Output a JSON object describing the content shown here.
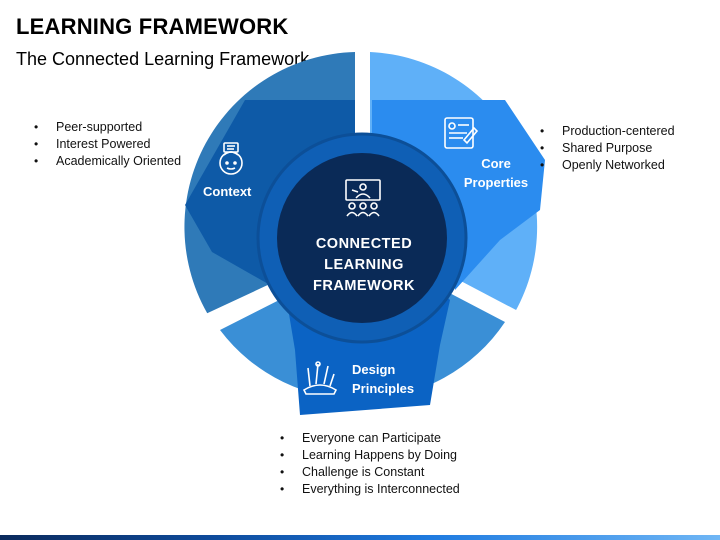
{
  "header": {
    "title": "LEARNING FRAMEWORK",
    "subtitle": "The Connected Learning Framework"
  },
  "center": {
    "lines": [
      "CONNECTED",
      "LEARNING",
      "FRAMEWORK"
    ],
    "icon": "presentation-team-icon"
  },
  "segments": {
    "context": {
      "label": "Context",
      "icon": "thinking-person-icon",
      "color": "#0e5aa7",
      "bullets": [
        "Peer-supported",
        "Interest Powered",
        "Academically Oriented"
      ]
    },
    "core": {
      "label_lines": [
        "Core",
        "Properties"
      ],
      "icon": "certificate-document-icon",
      "color": "#2b8cef",
      "bullets": [
        "Production-centered",
        "Shared Purpose",
        "Openly Networked"
      ]
    },
    "design": {
      "label_lines": [
        "Design",
        "Principles"
      ],
      "icon": "art-tools-icon",
      "color": "#0b63c4",
      "bullets": [
        "Everyone can Participate",
        "Learning Happens by Doing",
        "Challenge is Constant",
        "Everything is Interconnected"
      ]
    }
  },
  "colors": {
    "dark_navy": "#0a2a57",
    "ring": "#0f5fb5",
    "context_outer": "#2f7ab8",
    "core_outer": "#5fb0f8",
    "design_outer": "#3a8fd6"
  }
}
